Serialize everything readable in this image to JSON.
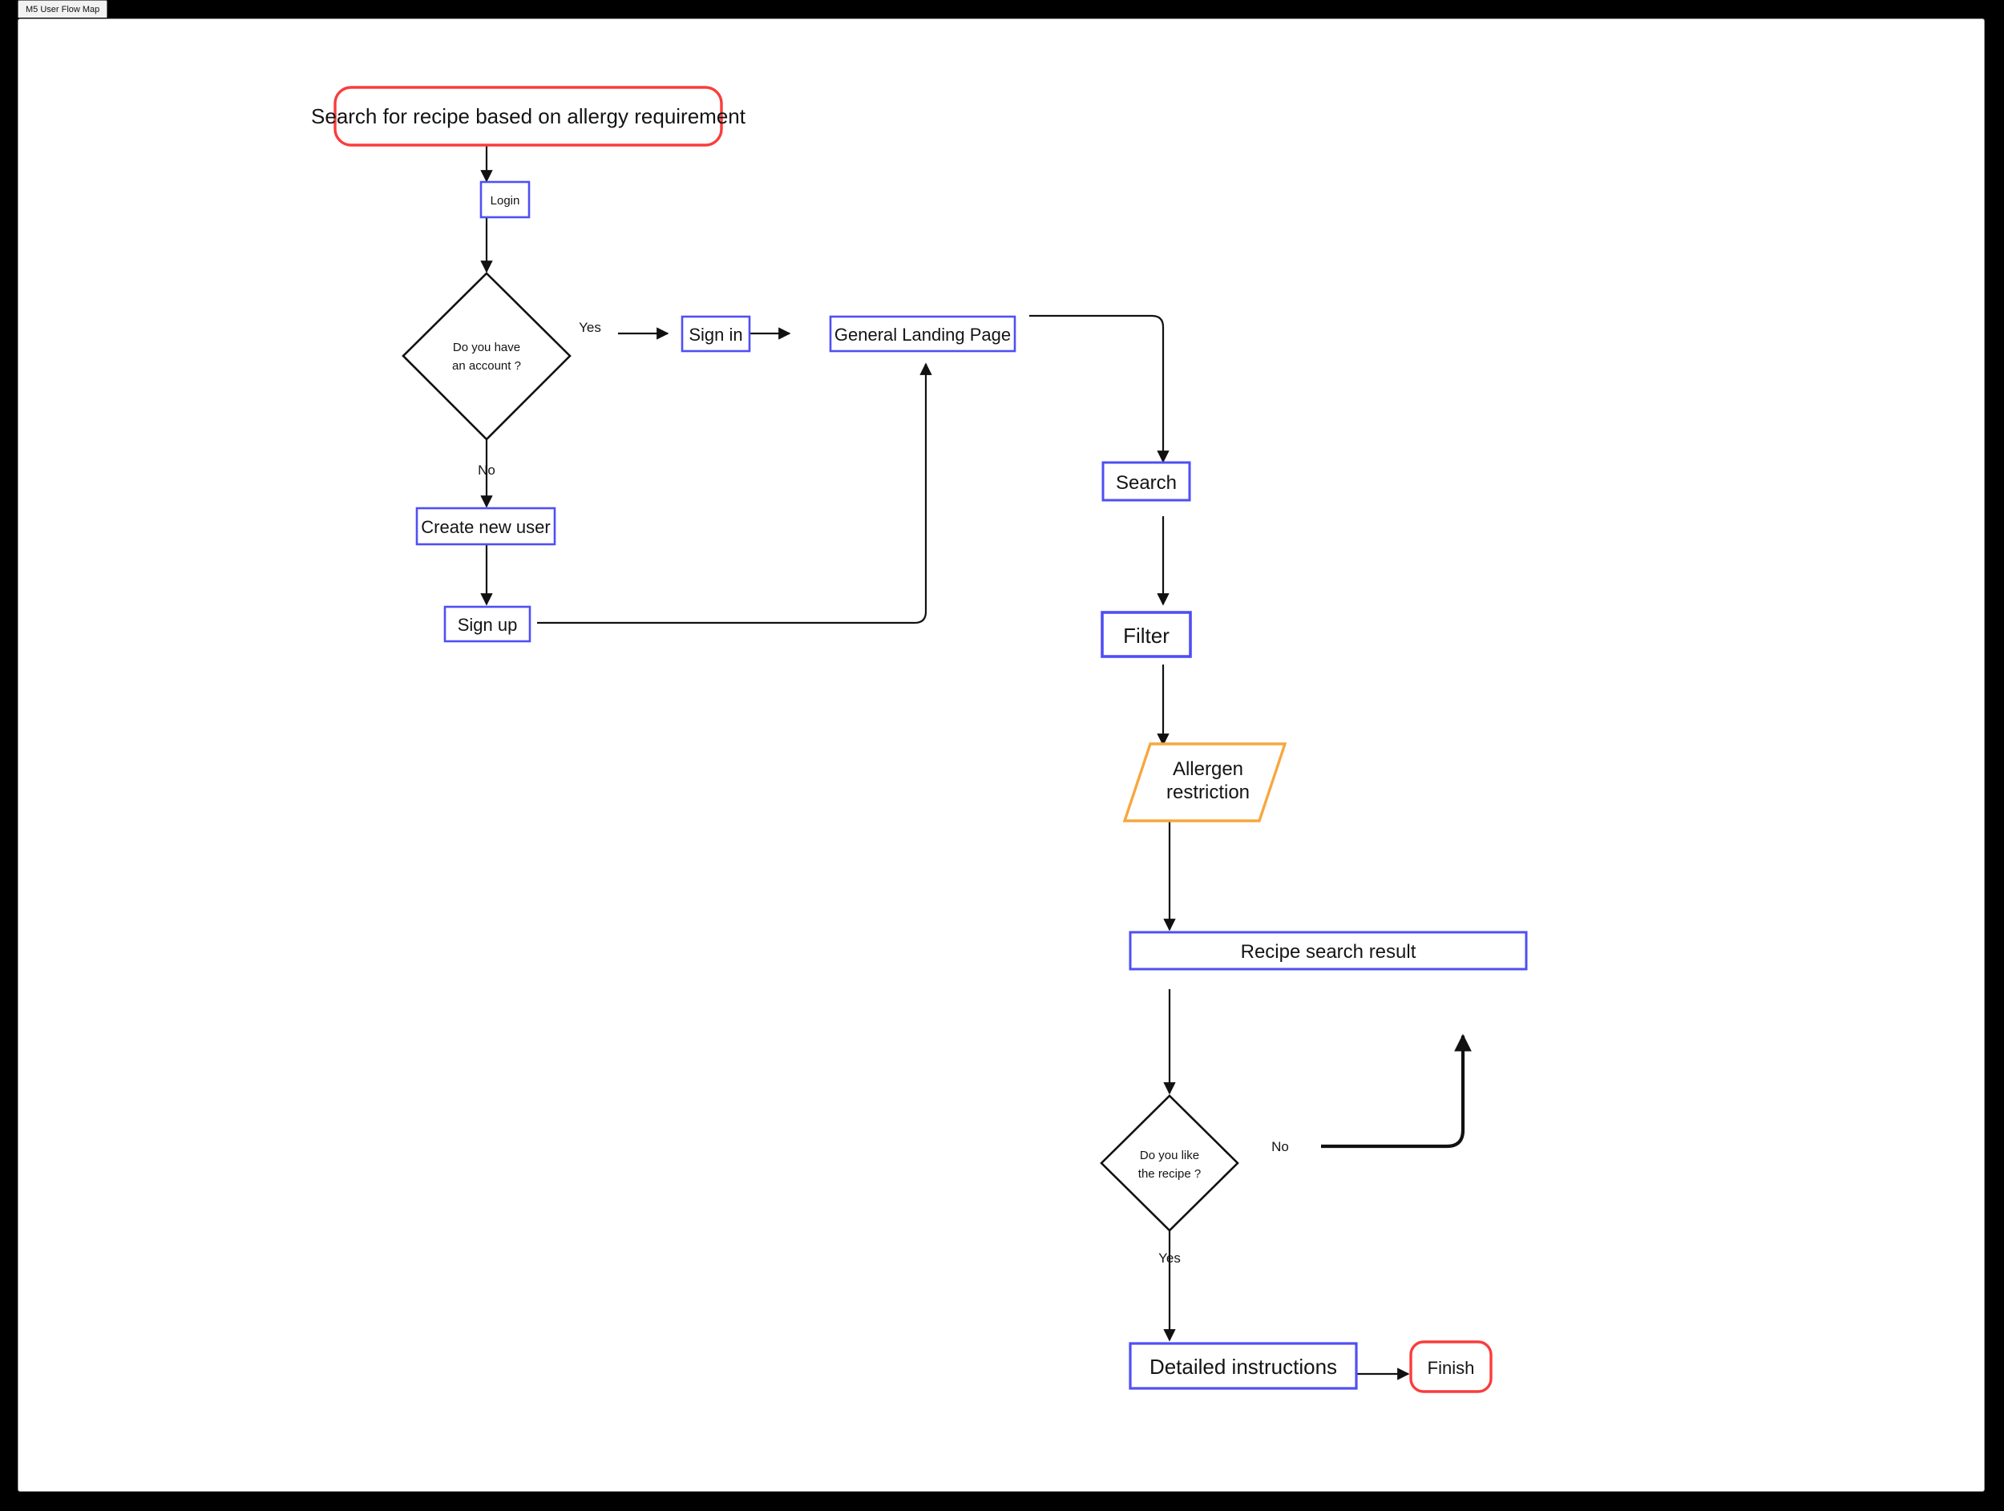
{
  "window": {
    "tab_label": "M5 User Flow Map",
    "background_color": "#000000",
    "canvas_color": "#ffffff"
  },
  "palette": {
    "terminator_red": "#fa3c3c",
    "process_blue": "#4f4ff5",
    "data_orange": "#f7a73f",
    "connector_black": "#111111",
    "text_black": "#141414"
  },
  "diagram": {
    "type": "flowchart",
    "title": "M5 User Flow Map",
    "nodes": [
      {
        "id": "start",
        "shape": "terminator",
        "color": "#fa3c3c",
        "label": "Search for recipe based on allergy requirement"
      },
      {
        "id": "login",
        "shape": "process",
        "color": "#4f4ff5",
        "label": "Login"
      },
      {
        "id": "has_account",
        "shape": "decision",
        "color": "#111111",
        "label_line1": "Do you have",
        "label_line2": "an account ?"
      },
      {
        "id": "sign_in",
        "shape": "process",
        "color": "#4f4ff5",
        "label": "Sign in"
      },
      {
        "id": "landing",
        "shape": "process",
        "color": "#4f4ff5",
        "label": "General Landing Page"
      },
      {
        "id": "create_user",
        "shape": "process",
        "color": "#4f4ff5",
        "label": "Create new user"
      },
      {
        "id": "sign_up",
        "shape": "process",
        "color": "#4f4ff5",
        "label": "Sign up"
      },
      {
        "id": "search",
        "shape": "process",
        "color": "#4f4ff5",
        "label": "Search"
      },
      {
        "id": "filter",
        "shape": "process",
        "color": "#4f4ff5",
        "label": "Filter"
      },
      {
        "id": "allergen",
        "shape": "data",
        "color": "#f7a73f",
        "label_line1": "Allergen",
        "label_line2": "restriction"
      },
      {
        "id": "results",
        "shape": "process",
        "color": "#4f4ff5",
        "label": "Recipe search result"
      },
      {
        "id": "like_recipe",
        "shape": "decision",
        "color": "#111111",
        "label_line1": "Do you like",
        "label_line2": "the recipe ?"
      },
      {
        "id": "instructions",
        "shape": "process",
        "color": "#4f4ff5",
        "label": "Detailed instructions"
      },
      {
        "id": "finish",
        "shape": "terminator",
        "color": "#fa3c3c",
        "label": "Finish"
      }
    ],
    "edge_labels": {
      "has_account_yes": "Yes",
      "has_account_no": "No",
      "like_recipe_yes": "Yes",
      "like_recipe_no": "No"
    },
    "edges": [
      {
        "from": "start",
        "to": "login",
        "label": ""
      },
      {
        "from": "login",
        "to": "has_account",
        "label": ""
      },
      {
        "from": "has_account",
        "to": "sign_in",
        "label": "Yes"
      },
      {
        "from": "sign_in",
        "to": "landing",
        "label": ""
      },
      {
        "from": "has_account",
        "to": "create_user",
        "label": "No"
      },
      {
        "from": "create_user",
        "to": "sign_up",
        "label": ""
      },
      {
        "from": "sign_up",
        "to": "landing",
        "label": ""
      },
      {
        "from": "landing",
        "to": "search",
        "label": ""
      },
      {
        "from": "search",
        "to": "filter",
        "label": ""
      },
      {
        "from": "filter",
        "to": "allergen",
        "label": ""
      },
      {
        "from": "allergen",
        "to": "results",
        "label": ""
      },
      {
        "from": "results",
        "to": "like_recipe",
        "label": ""
      },
      {
        "from": "like_recipe",
        "to": "results",
        "label": "No"
      },
      {
        "from": "like_recipe",
        "to": "instructions",
        "label": "Yes"
      },
      {
        "from": "instructions",
        "to": "finish",
        "label": ""
      }
    ]
  }
}
